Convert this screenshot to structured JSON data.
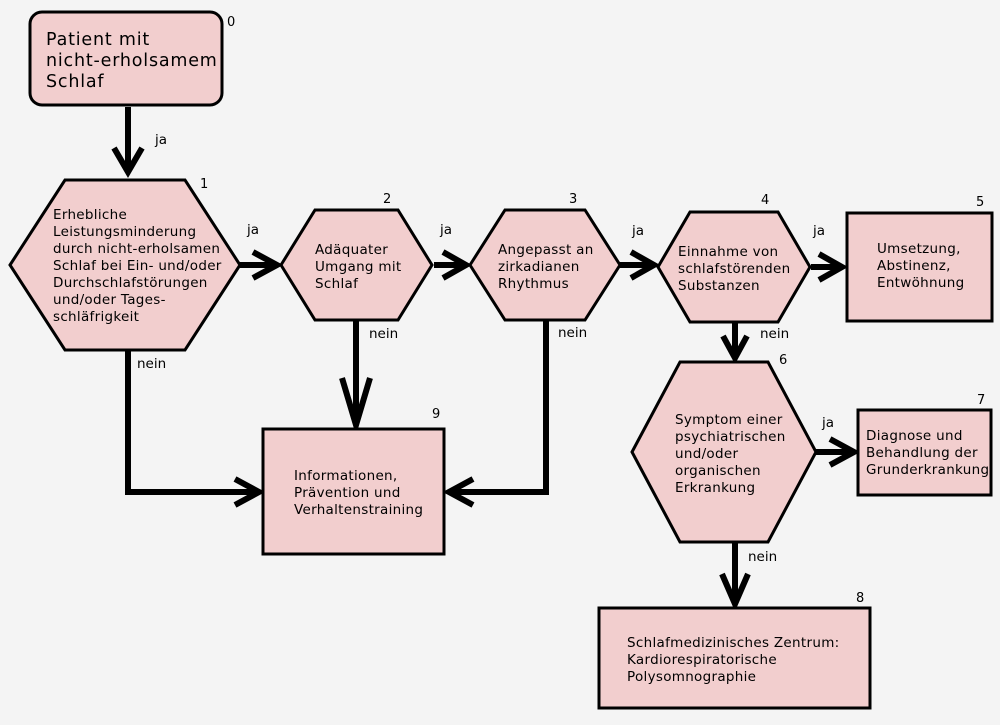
{
  "nodes": {
    "n0": {
      "num": "0",
      "lines": [
        "Patient mit",
        "nicht-erholsamem",
        "Schlaf"
      ]
    },
    "n1": {
      "num": "1",
      "lines": [
        "Erhebliche",
        "Leistungsminderung",
        "durch nicht-erholsamen",
        "Schlaf bei Ein- und/oder",
        "Durchschlafstörungen",
        "und/oder Tages-",
        "schläfrigkeit"
      ]
    },
    "n2": {
      "num": "2",
      "lines": [
        "Adäquater",
        "Umgang mit",
        "Schlaf"
      ]
    },
    "n3": {
      "num": "3",
      "lines": [
        "Angepasst an",
        "zirkadianen",
        "Rhythmus"
      ]
    },
    "n4": {
      "num": "4",
      "lines": [
        "Einnahme von",
        "schlafstörenden",
        "Substanzen"
      ]
    },
    "n5": {
      "num": "5",
      "lines": [
        "Umsetzung,",
        "Abstinenz,",
        "Entwöhnung"
      ]
    },
    "n6": {
      "num": "6",
      "lines": [
        "Symptom einer",
        "psychiatrischen",
        "und/oder",
        "organischen",
        "Erkrankung"
      ]
    },
    "n7": {
      "num": "7",
      "lines": [
        "Diagnose und",
        "Behandlung der",
        "Grunderkrankung"
      ]
    },
    "n8": {
      "num": "8",
      "lines": [
        "Schlafmedizinisches Zentrum:",
        "Kardiorespiratorische",
        "Polysomnographie"
      ]
    },
    "n9": {
      "num": "9",
      "lines": [
        "Informationen,",
        "Prävention und",
        "Verhaltenstraining"
      ]
    }
  },
  "edges": {
    "e0_1": "ja",
    "e1_2": "ja",
    "e2_3": "ja",
    "e3_4": "ja",
    "e4_5": "ja",
    "e6_7": "ja",
    "e1_9": "nein",
    "e2_9": "nein",
    "e3_9": "nein",
    "e4_6": "nein",
    "e6_8": "nein"
  },
  "colors": {
    "box_fill": "#f2cece",
    "stroke": "#000000",
    "background": "#f4f4f4"
  }
}
